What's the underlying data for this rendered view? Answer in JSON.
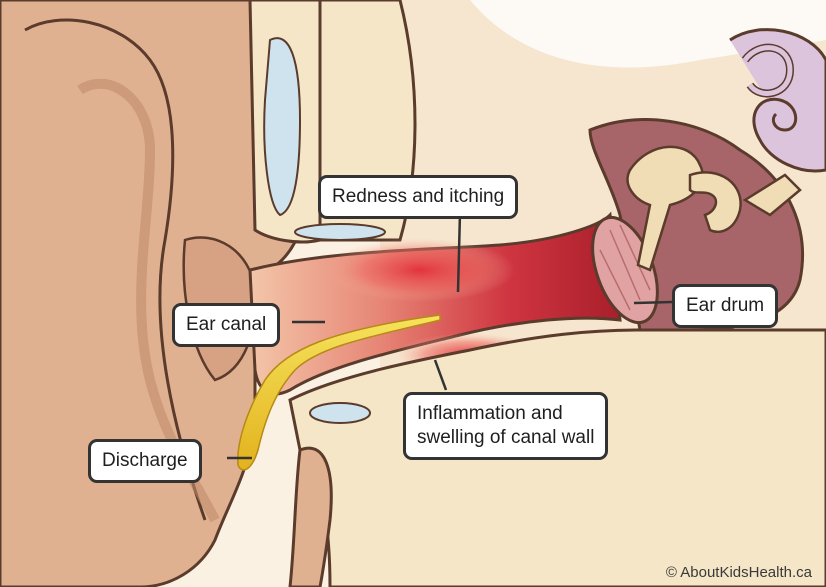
{
  "labels": {
    "redness": "Redness and itching",
    "ear_canal": "Ear canal",
    "ear_drum": "Ear drum",
    "inflammation": "Inflammation and\nswelling of canal wall",
    "discharge": "Discharge"
  },
  "copyright": "© AboutKidsHealth.ca",
  "colors": {
    "skin": "#e3b79a",
    "skin_dark": "#c99275",
    "canal_red": "#d9323a",
    "discharge_yellow": "#f2d53b",
    "bone": "#f1ddb5",
    "cochlea": "#ddc4dd",
    "outline": "#5a3b2c",
    "cartilage_blue": "#cfe3ee"
  }
}
